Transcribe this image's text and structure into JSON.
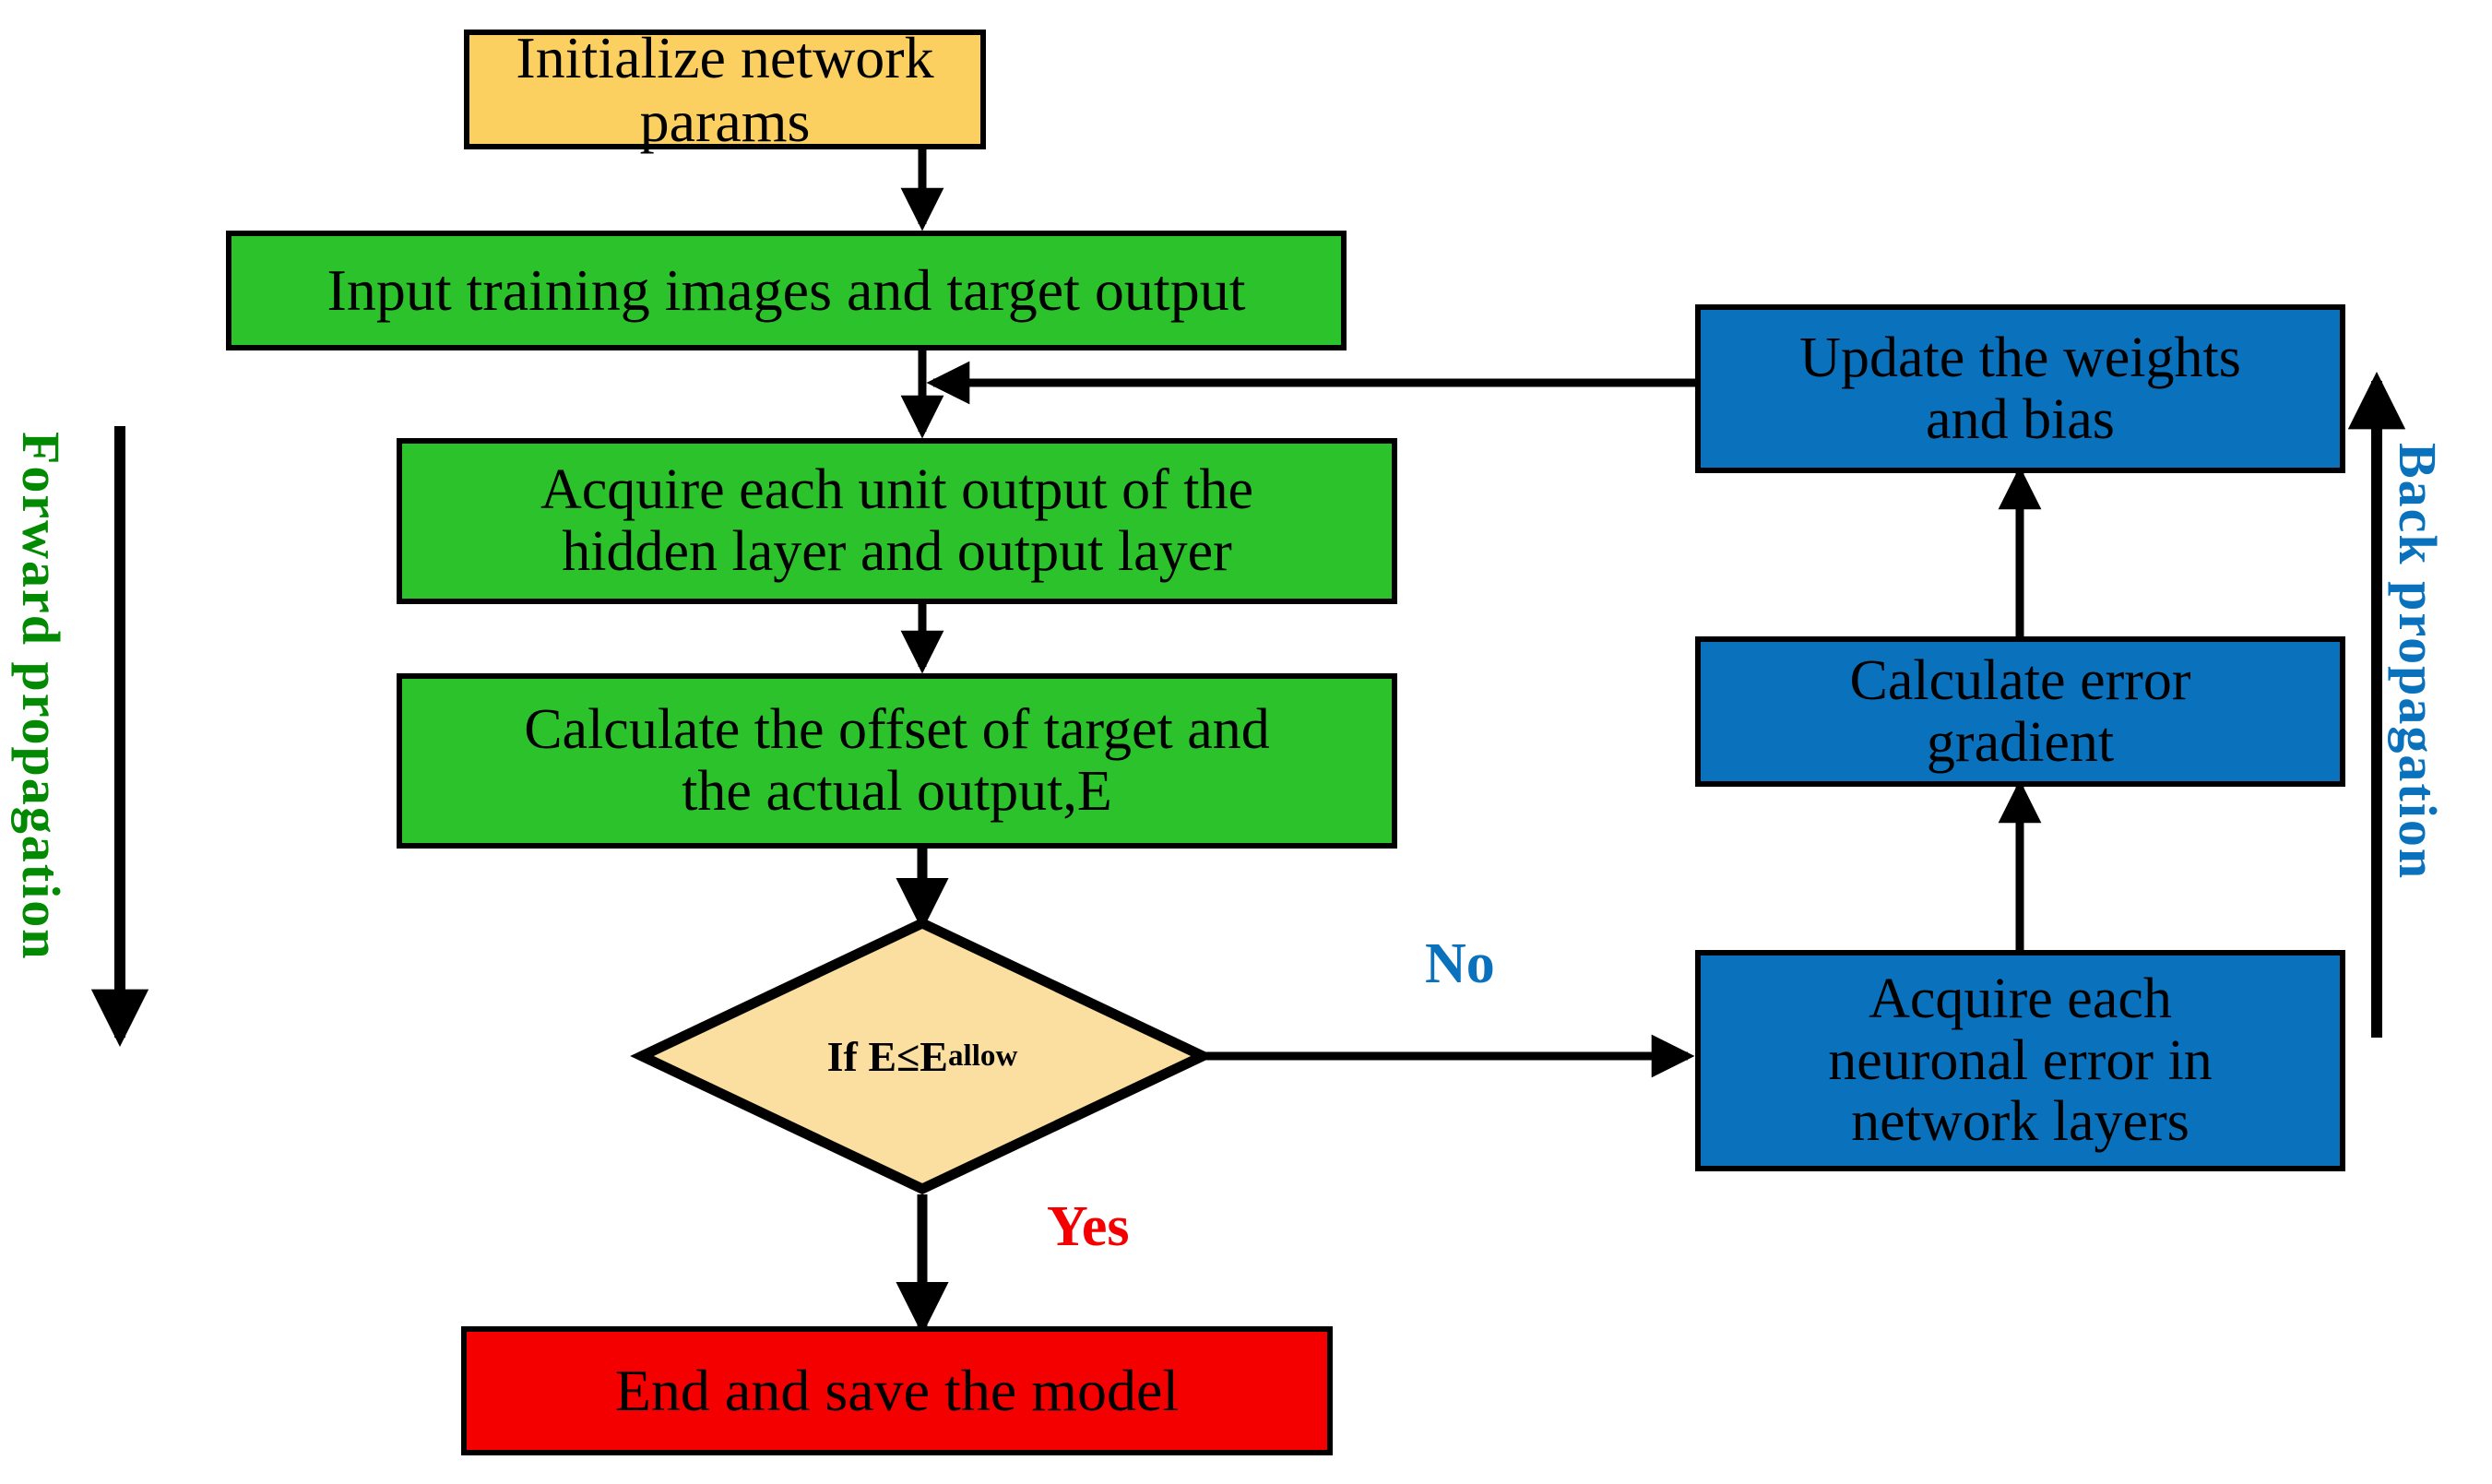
{
  "diagram": {
    "title": "Neural network training flowchart",
    "colors": {
      "yellow": "#FBD060",
      "green": "#2CC22C",
      "blue": "#0A72BD",
      "red": "#F40000",
      "cream": "#FADFA0",
      "stroke": "#000000",
      "forward_label": "#028A02",
      "back_label": "#0A72BD"
    },
    "nodes": {
      "init": "Initialize network params",
      "input": "Input training images and target output",
      "acquire_output": "Acquire each unit output of the\nhidden layer and output layer",
      "calc_offset": "Calculate the offset of target and\nthe actual output,E",
      "decision_prefix": "If E",
      "decision_operator": "≤",
      "decision_base": "E",
      "decision_subscript": "allow",
      "end": "End and save the model",
      "update_weights": "Update the weights\nand bias",
      "calc_gradient": "Calculate error\ngradient",
      "acquire_error": "Acquire each\nneuronal error in\nnetwork layers"
    },
    "branches": {
      "no": "No",
      "yes": "Yes"
    },
    "side_labels": {
      "forward": "Forward  propagation",
      "back": "Back  propagation"
    }
  }
}
